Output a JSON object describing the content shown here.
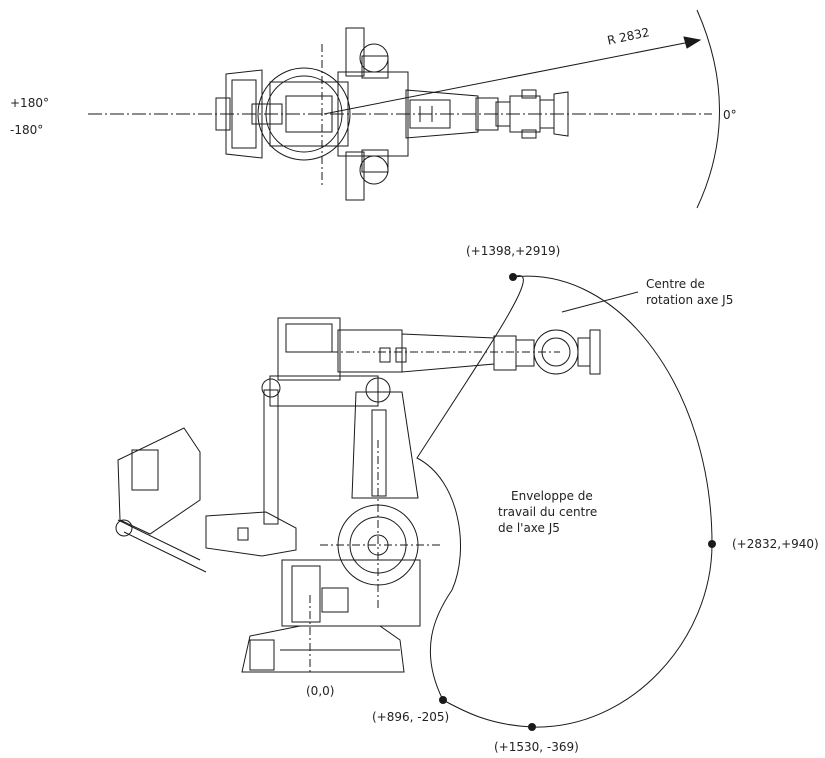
{
  "top_view": {
    "angle_pos": "+180°",
    "angle_neg": "-180°",
    "angle_zero": "0°",
    "radius": "R 2832"
  },
  "side_view": {
    "point_top": "(+1398,+2919)",
    "point_right": "(+2832,+940)",
    "point_origin": "(0,0)",
    "point_low_left": "(+896, -205)",
    "point_low": "(+1530, -369)",
    "label_j5_line1": "Centre de",
    "label_j5_line2": "rotation axe J5",
    "label_env_line1": "Enveloppe de",
    "label_env_line2": "travail du centre",
    "label_env_line3": "de l'axe J5"
  },
  "colors": {
    "ink": "#1a1a1a",
    "text": "#222222"
  }
}
